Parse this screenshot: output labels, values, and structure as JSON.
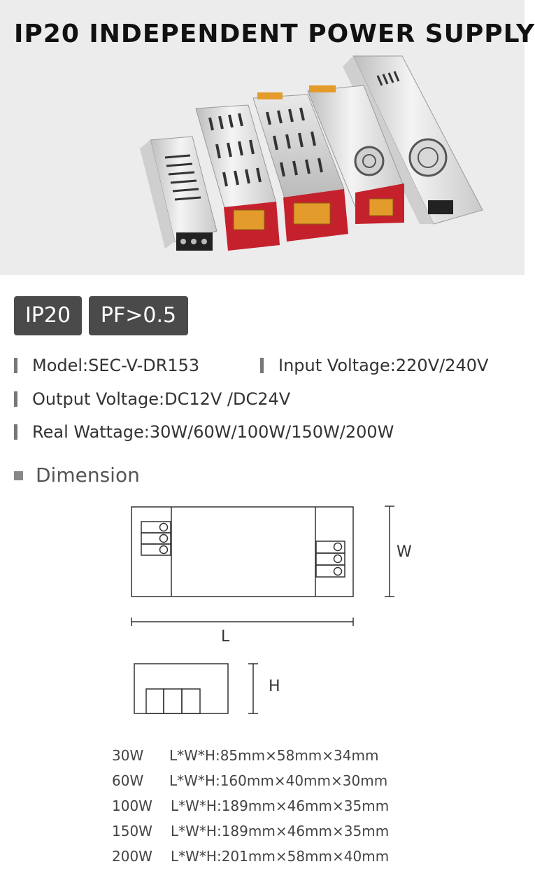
{
  "hero": {
    "title": "IP20 INDEPENDENT POWER SUPPLY"
  },
  "badges": [
    "IP20",
    "PF>0.5"
  ],
  "specs": {
    "model": "Model:SEC-V-DR153",
    "input": "Input Voltage:220V/240V",
    "output": "Output Voltage:DC12V /DC24V",
    "wattage": "Real Wattage:30W/60W/100W/150W/200W"
  },
  "dimension": {
    "heading": "Dimension",
    "label_w": "W",
    "label_l": "L",
    "label_h": "H"
  },
  "sizes": [
    {
      "watt": "30W",
      "value": "L*W*H:85mm×58mm×34mm"
    },
    {
      "watt": "60W",
      "value": "L*W*H:160mm×40mm×30mm"
    },
    {
      "watt": "100W",
      "value": "L*W*H:189mm×46mm×35mm"
    },
    {
      "watt": "150W",
      "value": "L*W*H:189mm×46mm×35mm"
    },
    {
      "watt": "200W",
      "value": "L*W*H:201mm×58mm×40mm"
    }
  ]
}
